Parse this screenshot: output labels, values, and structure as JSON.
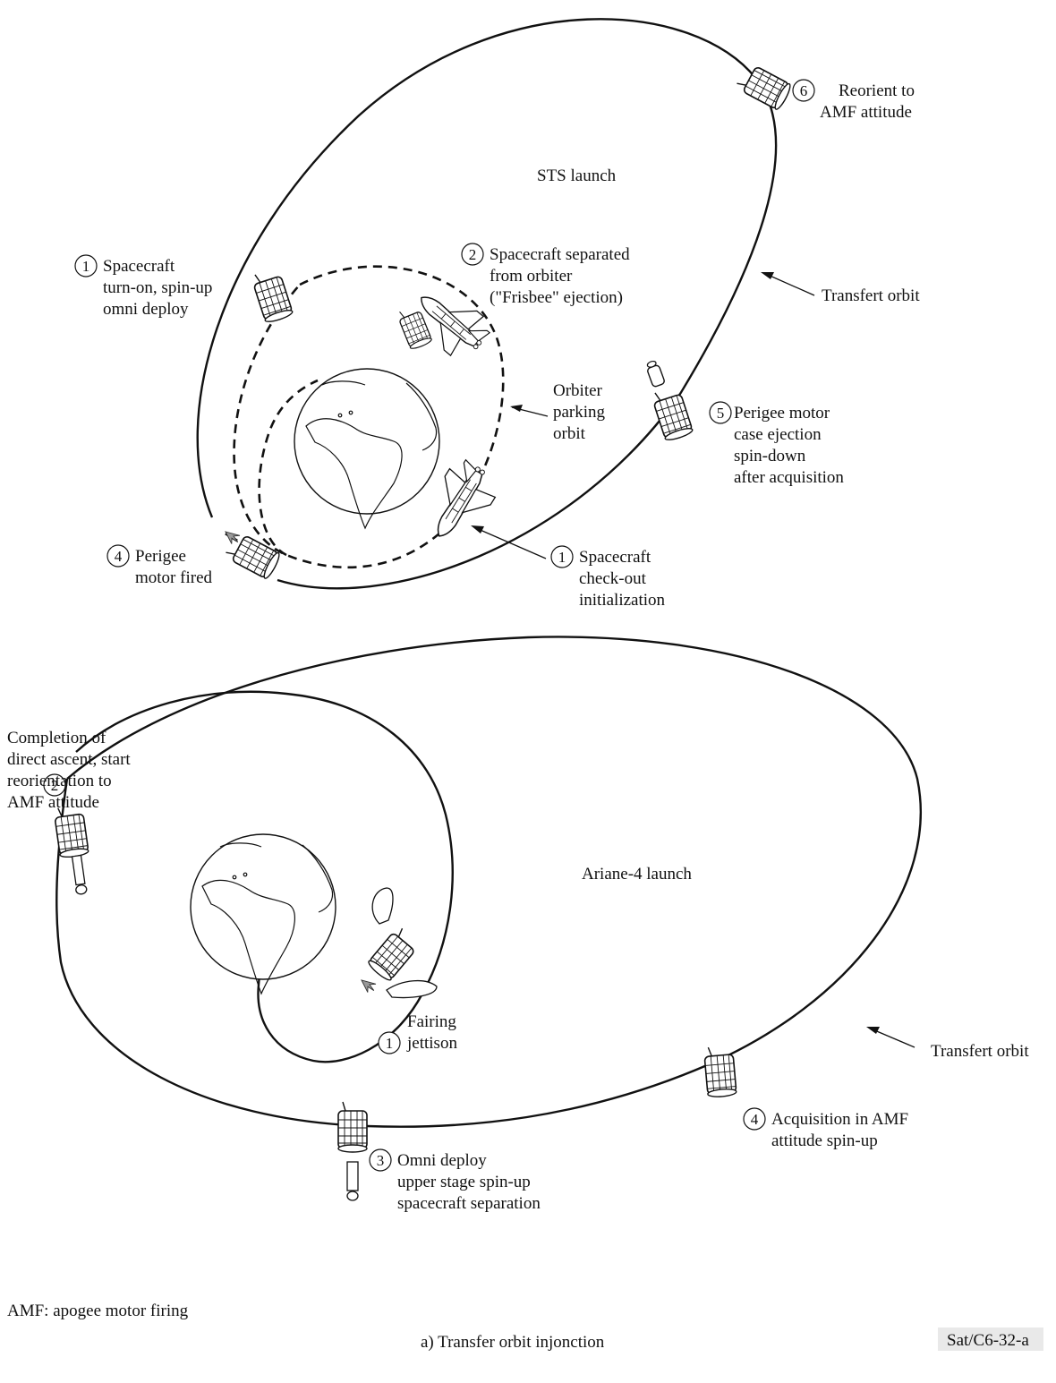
{
  "titles": {
    "sts": "STS launch",
    "ariane": "Ariane-4 launch"
  },
  "sts": {
    "step1a": {
      "num": "1",
      "lines": [
        "Spacecraft",
        "turn-on, spin-up",
        "omni deploy"
      ]
    },
    "step2": {
      "num": "2",
      "lines": [
        "Spacecraft separated",
        "from orbiter",
        "(\"Frisbee\" ejection)"
      ]
    },
    "step1b": {
      "num": "1",
      "lines": [
        "Spacecraft",
        "check-out",
        "initialization"
      ]
    },
    "step4": {
      "num": "4",
      "lines": [
        "Perigee",
        "motor fired"
      ]
    },
    "step5": {
      "num": "5",
      "lines": [
        "Perigee motor",
        "case ejection",
        "spin-down",
        "after acquisition"
      ]
    },
    "step6": {
      "num": "6",
      "lines": [
        "Reorient to",
        "AMF attitude"
      ]
    },
    "transfer_label": "Transfert orbit",
    "parking_label": [
      "Orbiter",
      "parking",
      "orbit"
    ]
  },
  "ariane": {
    "step2_num": "2",
    "step2_text": [
      "Completion of",
      "direct ascent, start",
      "reorientation to",
      "AMF attitude"
    ],
    "step1": {
      "num": "1",
      "lines": [
        "Fairing",
        "jettison"
      ]
    },
    "step3": {
      "num": "3",
      "lines": [
        "Omni deploy",
        "upper stage spin-up",
        "spacecraft separation"
      ]
    },
    "step4": {
      "num": "4",
      "lines": [
        "Acquisition in AMF",
        "attitude spin-up"
      ]
    },
    "transfer_label": "Transfert orbit"
  },
  "footer": {
    "legend": "AMF: apogee motor firing",
    "caption": "a) Transfer orbit injonction",
    "ref": "Sat/C6-32-a"
  },
  "icons": [
    "spacecraft-icon",
    "space-shuttle-icon",
    "earth-globe-icon",
    "motor-case-icon",
    "fairing-half-icon",
    "upper-stage-icon",
    "exhaust-plume-icon"
  ]
}
